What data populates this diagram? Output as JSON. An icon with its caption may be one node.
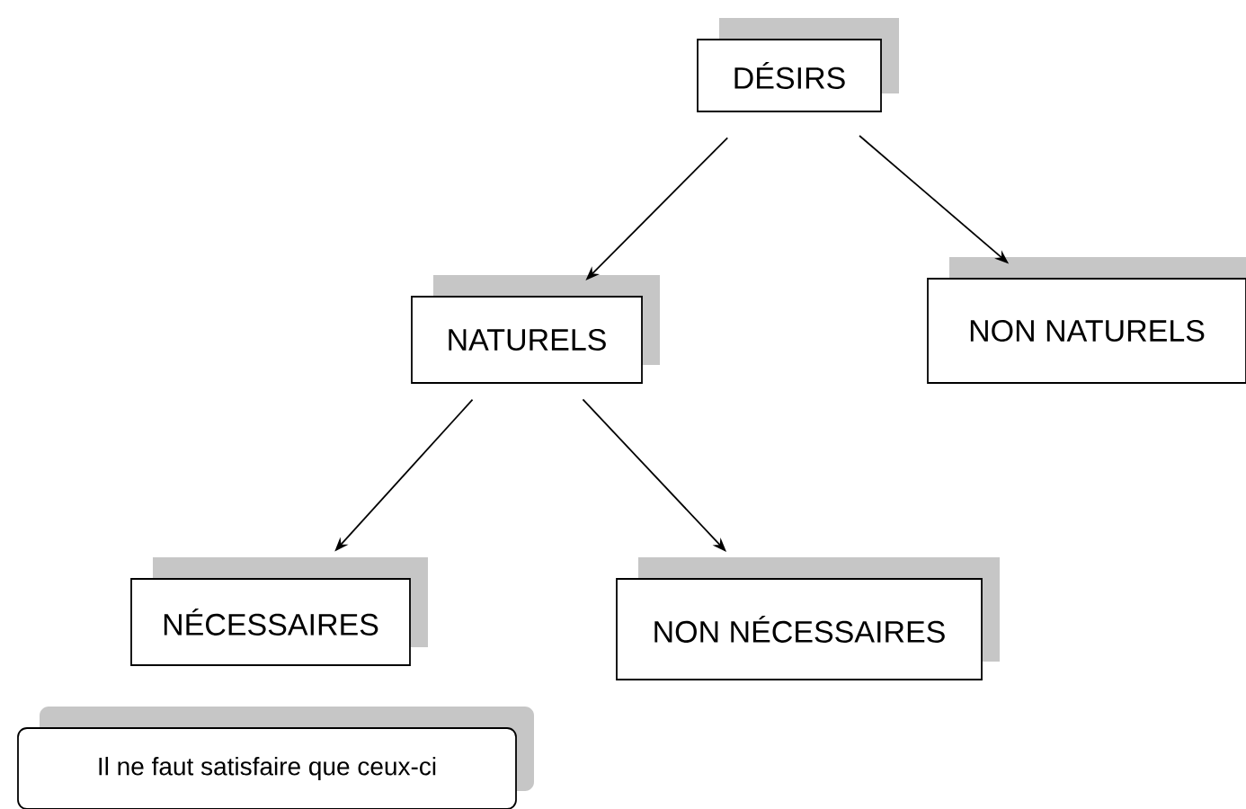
{
  "diagram": {
    "nodes": [
      {
        "text": [
          "DÉSIRS"
        ]
      },
      {
        "text": [
          "NATURELS"
        ]
      },
      {
        "text": [
          "NON NATURELS"
        ]
      },
      {
        "text": [
          "NÉCESSAIRES"
        ]
      },
      {
        "text": [
          "NON NÉCESSAIRES"
        ]
      },
      {
        "text": [
          "Il ne faut satisfaire que ceux-ci"
        ]
      }
    ],
    "edges": [
      {
        "from": 0,
        "to": 1,
        "arrow": "to"
      },
      {
        "from": 0,
        "to": 2,
        "arrow": "to"
      },
      {
        "from": 1,
        "to": 3,
        "arrow": "to"
      },
      {
        "from": 1,
        "to": 4,
        "arrow": "to"
      }
    ]
  }
}
